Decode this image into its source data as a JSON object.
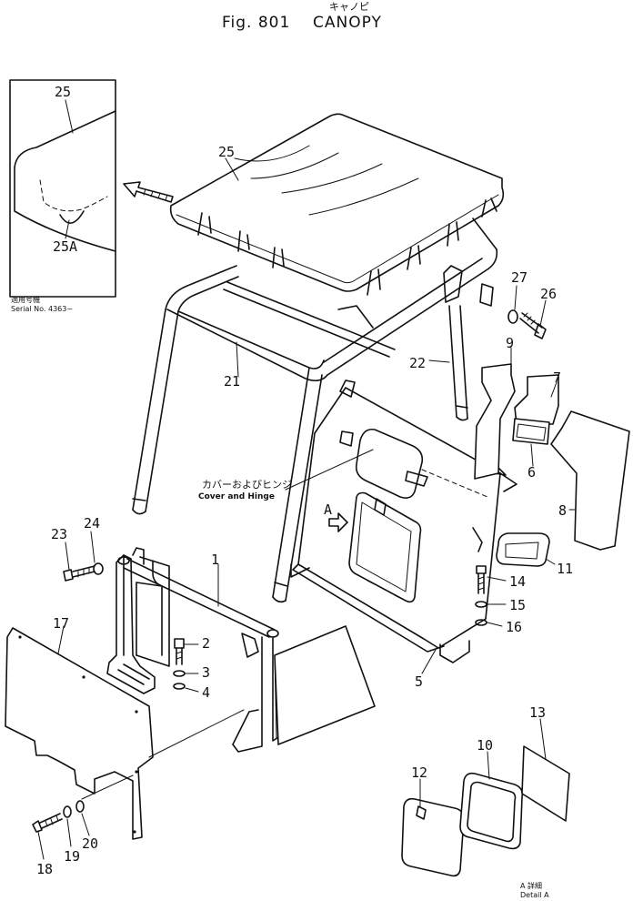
{
  "header": {
    "fig": "Fig. 801",
    "title": "CANOPY",
    "title_jp": "キャノピ"
  },
  "inset": {
    "label_top": "25",
    "label_bottom": "25A",
    "serial_jp": "適用号機",
    "serial": "Serial No. 4363~"
  },
  "callout": {
    "jp": "カバーおよびヒンジ",
    "en": "Cover and Hinge",
    "arrow_label": "A"
  },
  "detail": {
    "jp": "A 詳細",
    "en": "Detail A"
  },
  "parts": [
    {
      "id": "p1",
      "label": "1"
    },
    {
      "id": "p2",
      "label": "2"
    },
    {
      "id": "p3",
      "label": "3"
    },
    {
      "id": "p4",
      "label": "4"
    },
    {
      "id": "p5",
      "label": "5"
    },
    {
      "id": "p6",
      "label": "6"
    },
    {
      "id": "p7",
      "label": "7"
    },
    {
      "id": "p8",
      "label": "8"
    },
    {
      "id": "p9",
      "label": "9"
    },
    {
      "id": "p10",
      "label": "10"
    },
    {
      "id": "p11",
      "label": "11"
    },
    {
      "id": "p12",
      "label": "12"
    },
    {
      "id": "p13",
      "label": "13"
    },
    {
      "id": "p14",
      "label": "14"
    },
    {
      "id": "p15",
      "label": "15"
    },
    {
      "id": "p16",
      "label": "16"
    },
    {
      "id": "p17",
      "label": "17"
    },
    {
      "id": "p18",
      "label": "18"
    },
    {
      "id": "p19",
      "label": "19"
    },
    {
      "id": "p20",
      "label": "20"
    },
    {
      "id": "p21",
      "label": "21"
    },
    {
      "id": "p22",
      "label": "22"
    },
    {
      "id": "p23",
      "label": "23"
    },
    {
      "id": "p24",
      "label": "24"
    },
    {
      "id": "p25",
      "label": "25"
    },
    {
      "id": "p26",
      "label": "26"
    },
    {
      "id": "p27",
      "label": "27"
    }
  ]
}
